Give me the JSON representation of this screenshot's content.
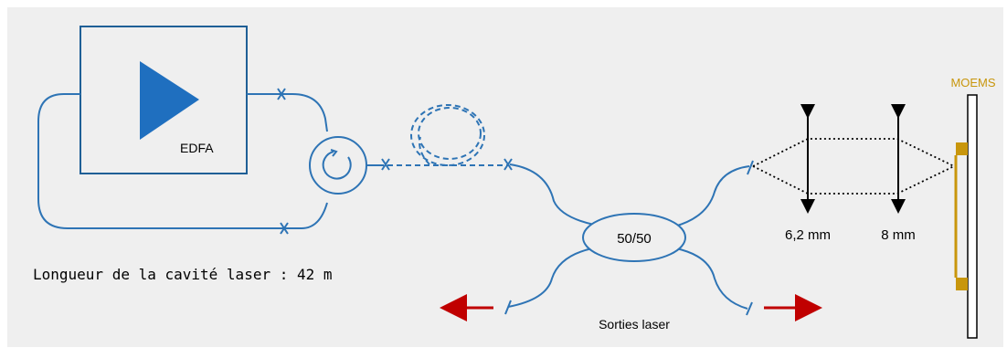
{
  "edfa": {
    "label": "EDFA"
  },
  "cavity": {
    "length_text": "Longueur de la cavité laser : 42 m"
  },
  "coupler": {
    "label": "50/50"
  },
  "outputs": {
    "label": "Sorties laser"
  },
  "lenses": {
    "lens1": "6,2 mm",
    "lens2": "8 mm"
  },
  "moems": {
    "label": "MOEMS"
  },
  "colors": {
    "background": "#efefef",
    "fiber": "#2e74b5",
    "box": "#1f5f96",
    "amplifier": "#1f6fbf",
    "arrow": "#c00000",
    "moems": "#c8960c",
    "text": "#000000"
  }
}
